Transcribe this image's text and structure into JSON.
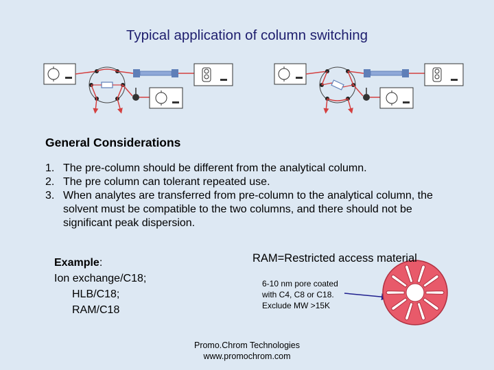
{
  "title": "Typical application of column switching",
  "considerations": {
    "heading": "General Considerations",
    "items": [
      {
        "num": "1.",
        "text": "The pre-column should be different from the analytical column."
      },
      {
        "num": "2.",
        "text": "The pre column can tolerant repeated use."
      },
      {
        "num": "3.",
        "text": "When analytes are transferred from pre-column to the analytical column, the solvent must be compatible to the two columns, and there should not be significant peak dispersion."
      }
    ]
  },
  "example": {
    "label": "Example",
    "colon": ":",
    "lines": [
      "Ion exchange/C18;",
      "HLB/C18;",
      "RAM/C18"
    ]
  },
  "ram": {
    "definition": "RAM=Restricted access material",
    "description": [
      "6-10 nm pore coated",
      "with C4, C8 or C18.",
      "Exclude MW >15K"
    ]
  },
  "footer": {
    "company": "Promo.Chrom Technologies",
    "website": "www.promochrom.com"
  },
  "colors": {
    "background": "#dde8f3",
    "title": "#1e1e6e",
    "tubing": "#d44040",
    "column": "#5f7fb8",
    "pointer_arrow": "#1e1e8e",
    "particle_fill": "#e85a6a"
  }
}
